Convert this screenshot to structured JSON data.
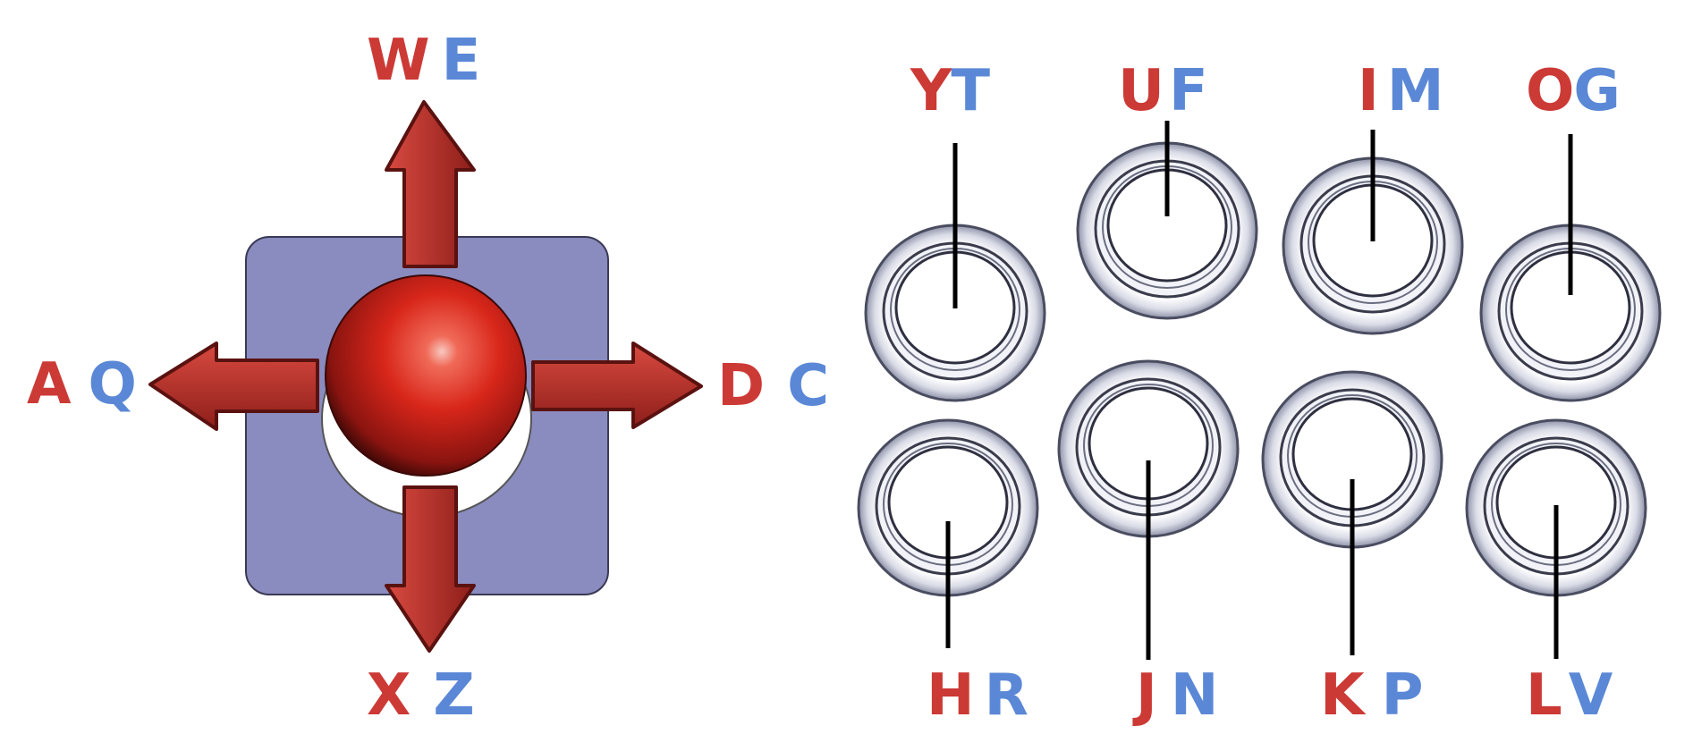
{
  "colors": {
    "red_label": "#cc3a36",
    "blue_label": "#5b88d6",
    "plate": "#8a8bbf",
    "arrow": "#b8302b",
    "ball": "#d8261a",
    "leader_line": "#000000"
  },
  "joystick": {
    "up": {
      "primary": "W",
      "secondary": "E"
    },
    "left": {
      "primary": "A",
      "secondary": "Q"
    },
    "right": {
      "primary": "D",
      "secondary": "C"
    },
    "down": {
      "primary": "X",
      "secondary": "Z"
    }
  },
  "buttons": {
    "top": [
      {
        "primary": "Y",
        "secondary": "T"
      },
      {
        "primary": "U",
        "secondary": "F"
      },
      {
        "primary": "I",
        "secondary": "M"
      },
      {
        "primary": "O",
        "secondary": "G"
      }
    ],
    "bottom": [
      {
        "primary": "H",
        "secondary": "R"
      },
      {
        "primary": "J",
        "secondary": "N"
      },
      {
        "primary": "K",
        "secondary": "P"
      },
      {
        "primary": "L",
        "secondary": "V"
      }
    ]
  }
}
